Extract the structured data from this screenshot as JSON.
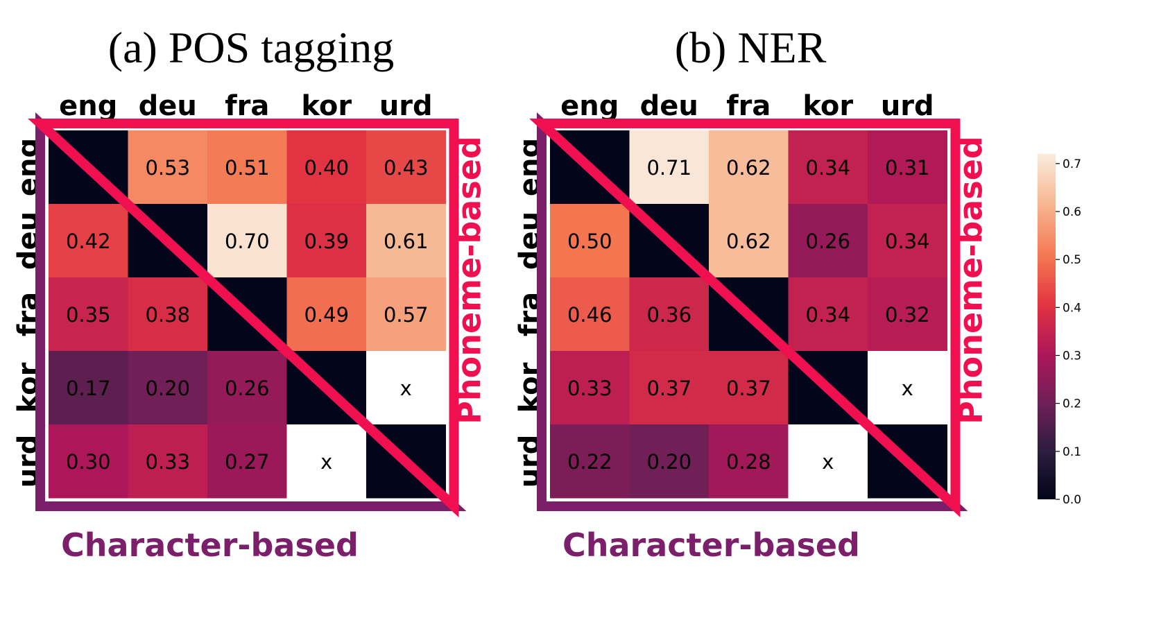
{
  "colors": {
    "phoneme_outline": "#f01050",
    "character_outline": "#7b1f6a",
    "missing_cell": "#ffffff"
  },
  "colorbar": {
    "ticks": [
      "0.0",
      "0.1",
      "0.2",
      "0.3",
      "0.4",
      "0.5",
      "0.6",
      "0.7"
    ],
    "range": [
      0,
      0.72
    ]
  },
  "chart_data": [
    {
      "type": "heatmap",
      "title": "(a) POS tagging",
      "languages": [
        "eng",
        "deu",
        "fra",
        "kor",
        "urd"
      ],
      "upper_label": "Phoneme-based",
      "lower_label": "Character-based",
      "values": [
        [
          null,
          0.53,
          0.51,
          0.4,
          0.43
        ],
        [
          0.42,
          null,
          0.7,
          0.39,
          0.61
        ],
        [
          0.35,
          0.38,
          null,
          0.49,
          0.57
        ],
        [
          0.17,
          0.2,
          0.26,
          null,
          "x"
        ],
        [
          0.3,
          0.33,
          0.27,
          "x",
          null
        ]
      ]
    },
    {
      "type": "heatmap",
      "title": "(b) NER",
      "languages": [
        "eng",
        "deu",
        "fra",
        "kor",
        "urd"
      ],
      "upper_label": "Phoneme-based",
      "lower_label": "Character-based",
      "values": [
        [
          null,
          0.71,
          0.62,
          0.34,
          0.31
        ],
        [
          0.5,
          null,
          0.62,
          0.26,
          0.34
        ],
        [
          0.46,
          0.36,
          null,
          0.34,
          0.32
        ],
        [
          0.33,
          0.37,
          0.37,
          null,
          "x"
        ],
        [
          0.22,
          0.2,
          0.28,
          "x",
          null
        ]
      ]
    }
  ]
}
